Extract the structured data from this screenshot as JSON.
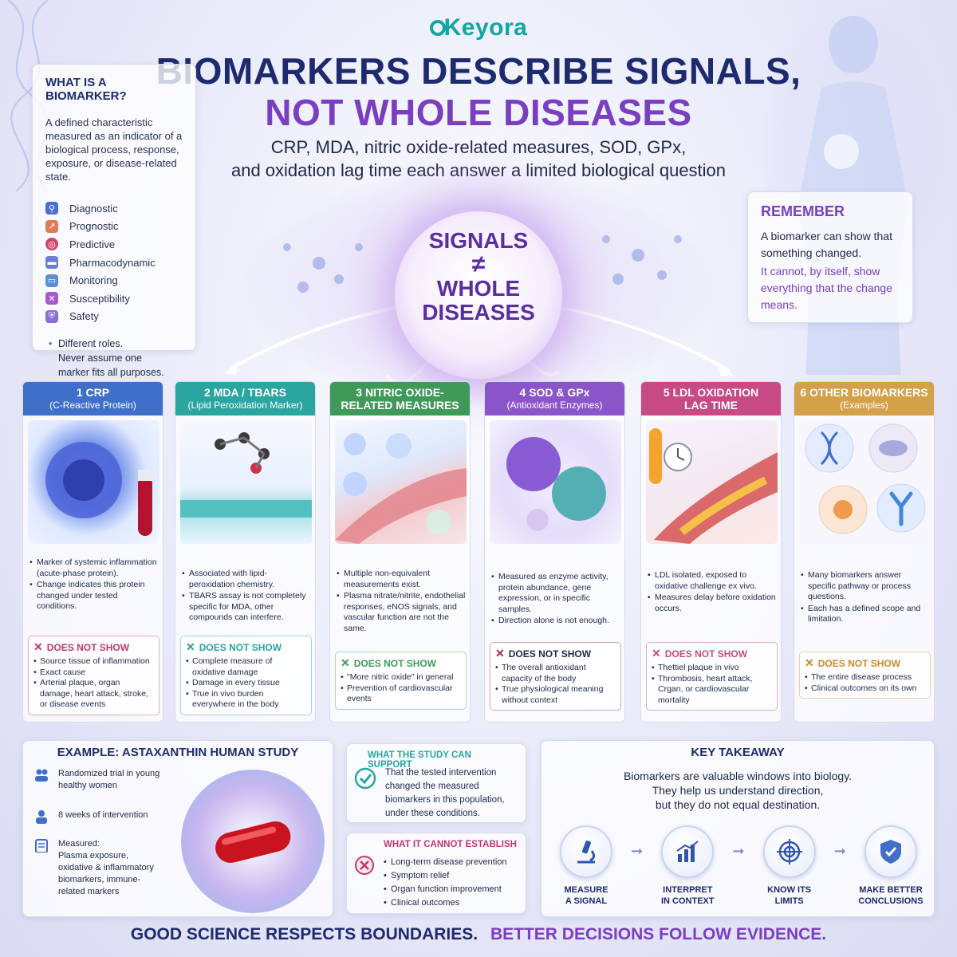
{
  "brand": "Keyora",
  "title_line1": "BIOMARKERS DESCRIBE SIGNALS,",
  "title_line2": "NOT WHOLE DISEASES",
  "subtitle_line1": "CRP, MDA, nitric oxide-related measures, SOD, GPx,",
  "subtitle_line2": "and oxidation lag time each answer a limited biological question",
  "what_is": {
    "title": "WHAT IS A BIOMARKER?",
    "definition": "A defined characteristic measured as an indicator of a biological process, response, exposure, or disease-related state.",
    "roles": [
      "Diagnostic",
      "Prognostic",
      "Predictive",
      "Pharmacodynamic",
      "Monitoring",
      "Susceptibility",
      "Safety"
    ],
    "note_line1": "Different roles.",
    "note_line2": "Never assume one",
    "note_line3": "marker fits all purposes."
  },
  "center": {
    "line1": "SIGNALS",
    "line2": "≠",
    "line3": "WHOLE",
    "line4": "DISEASES"
  },
  "remember": {
    "title": "REMEMBER",
    "text1": "A biomarker can show that something changed.",
    "text2": "It cannot, by itself, show everything that the change means."
  },
  "cards": [
    {
      "name": "1 CRP",
      "sub": "(C-Reactive Protein)",
      "color": "#3f6fc9",
      "bullets": [
        "Marker of systemic inflammation (acute-phase protein).",
        "Change indicates this protein changed under tested conditions."
      ],
      "dns_title": "DOES NOT SHOW",
      "dns_color": "#c0396b",
      "dns": [
        "Source tissue of inflammation",
        "Exact cause",
        "Arterial plaque, organ damage, heart attack, stroke, or disease events"
      ]
    },
    {
      "name": "2 MDA / TBARS",
      "sub": "(Lipid Peroxidation Marker)",
      "color": "#2aa5a0",
      "bullets": [
        "Associated with lipid-peroxidation chemistry.",
        "TBARS assay is not completely specific for MDA, other compounds can interfere."
      ],
      "dns_title": "DOES NOT SHOW",
      "dns_color": "#2aa5a0",
      "dns": [
        "Complete measure of oxidative damage",
        "Damage in every tissue",
        "True in vivo burden everywhere in the body"
      ]
    },
    {
      "name": "3 NITRIC OXIDE-",
      "name2": "RELATED MEASURES",
      "sub": "",
      "color": "#3f9a5a",
      "bullets": [
        "Multiple non-equivalent measurements exist.",
        "Plasma nitrate/nitrite, endothelial responses, eNOS signals, and vascular function are not the same."
      ],
      "dns_title": "DOES NOT SHOW",
      "dns_color": "#3f9a5a",
      "dns": [
        "\"More nitric oxide\" in general",
        "Prevention of cardiovascular events"
      ]
    },
    {
      "name": "4 SOD & GPx",
      "sub": "(Antioxidant Enzymes)",
      "color": "#8a55c8",
      "bullets": [
        "Measured as enzyme activity, protein abundance, gene expression, or in specific samples.",
        "Direction alone is not enough."
      ],
      "dns_title": "DOES NOT SHOW",
      "dns_color": "#b0254a",
      "dns": [
        "The overall antioxidant capacity of the body",
        "True physiological meaning without context"
      ]
    },
    {
      "name": "5 LDL OXIDATION",
      "name2": "LAG TIME",
      "sub": "",
      "color": "#c84a84",
      "bullets": [
        "LDL isolated, exposed to oxidative challenge ex vivo.",
        "Measures delay before oxidation occurs."
      ],
      "dns_title": "DOES NOT SHOW",
      "dns_color": "#c84a84",
      "dns": [
        "Thettiel plaque in vivo",
        "Thrombosis, heart attack, Crgan, or cardiovascular mortality"
      ]
    },
    {
      "name": "6 OTHER BIOMARKERS",
      "sub": "(Examples)",
      "color": "#d4a04a",
      "bullets": [
        "Many biomarkers answer specific pathway or process questions.",
        "Each has a defined scope and limitation."
      ],
      "dns_title": "DOES NOT SHOW",
      "dns_color": "#c98a2a",
      "dns": [
        "The entire disease process",
        "Clinical outcomes on its own"
      ]
    }
  ],
  "example": {
    "title": "EXAMPLE: ASTAXANTHIN HUMAN STUDY",
    "row1": "Randomized trial in young healthy women",
    "row2": "8 weeks of intervention",
    "row3_title": "Measured:",
    "row3_text": "Plasma exposure, oxidative & inflammatory biomarkers, immune-related markers"
  },
  "support": {
    "title": "WHAT THE STUDY CAN SUPPORT",
    "text": "That the tested intervention changed the measured biomarkers in this population, under these conditions."
  },
  "cannot": {
    "title": "WHAT IT CANNOT ESTABLISH",
    "items": [
      "Long-term disease prevention",
      "Symptom relief",
      "Organ function improvement",
      "Clinical outcomes"
    ]
  },
  "takeaway": {
    "title": "KEY TAKEAWAY",
    "line1": "Biomarkers are valuable windows into biology.",
    "line2": "They help us understand direction,",
    "line3": "but they do not equal destination.",
    "steps": [
      {
        "l1": "MEASURE",
        "l2": "A SIGNAL"
      },
      {
        "l1": "INTERPRET",
        "l2": "IN CONTEXT"
      },
      {
        "l1": "KNOW ITS",
        "l2": "LIMITS"
      },
      {
        "l1": "MAKE BETTER",
        "l2": "CONCLUSIONS"
      }
    ]
  },
  "footer_a": "GOOD SCIENCE RESPECTS BOUNDARIES.",
  "footer_b": "BETTER DECISIONS FOLLOW EVIDENCE.",
  "colors": {
    "navy": "#1e2a6e",
    "purple": "#7a3ec0",
    "teal": "#12a6a0"
  }
}
